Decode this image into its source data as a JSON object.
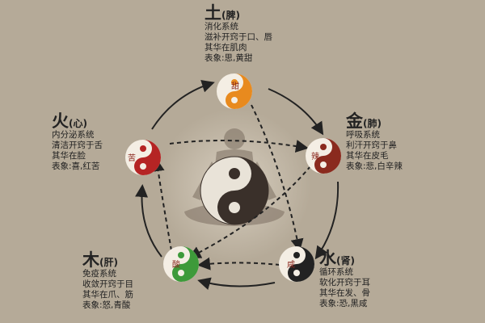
{
  "colors": {
    "background": "#b5aa98",
    "earth": "#e88a1e",
    "metal": "#8a2a1e",
    "water": "#222222",
    "wood": "#3d9a3a",
    "fire": "#b52424",
    "arrow": "#222222"
  },
  "elements": {
    "earth": {
      "char": "土",
      "organ": "(脾)",
      "taste": "甜",
      "lines": [
        "消化系统",
        "滋补开窍于口、唇",
        "其华在肌肉",
        "表象:思,黄甜"
      ]
    },
    "metal": {
      "char": "金",
      "organ": "(肺)",
      "taste": "辣",
      "lines": [
        "呼吸系统",
        "利汗开窍于鼻",
        "其华在皮毛",
        "表象:悲,白辛辣"
      ]
    },
    "water": {
      "char": "水",
      "organ": "(肾)",
      "taste": "咸",
      "lines": [
        "循环系统",
        "软化开窍于耳",
        "其华在发、骨",
        "表象:恐,黑咸"
      ]
    },
    "wood": {
      "char": "木",
      "organ": "(肝)",
      "taste": "酸",
      "lines": [
        "免疫系统",
        "收敛开窍于目",
        "其华在爪、筋",
        "表象:怒,青酸"
      ]
    },
    "fire": {
      "char": "火",
      "organ": "(心)",
      "taste": "苦",
      "lines": [
        "内分泌系统",
        "清洁开窍于舌",
        "其华在脸",
        "表象:喜,红苦"
      ]
    }
  }
}
